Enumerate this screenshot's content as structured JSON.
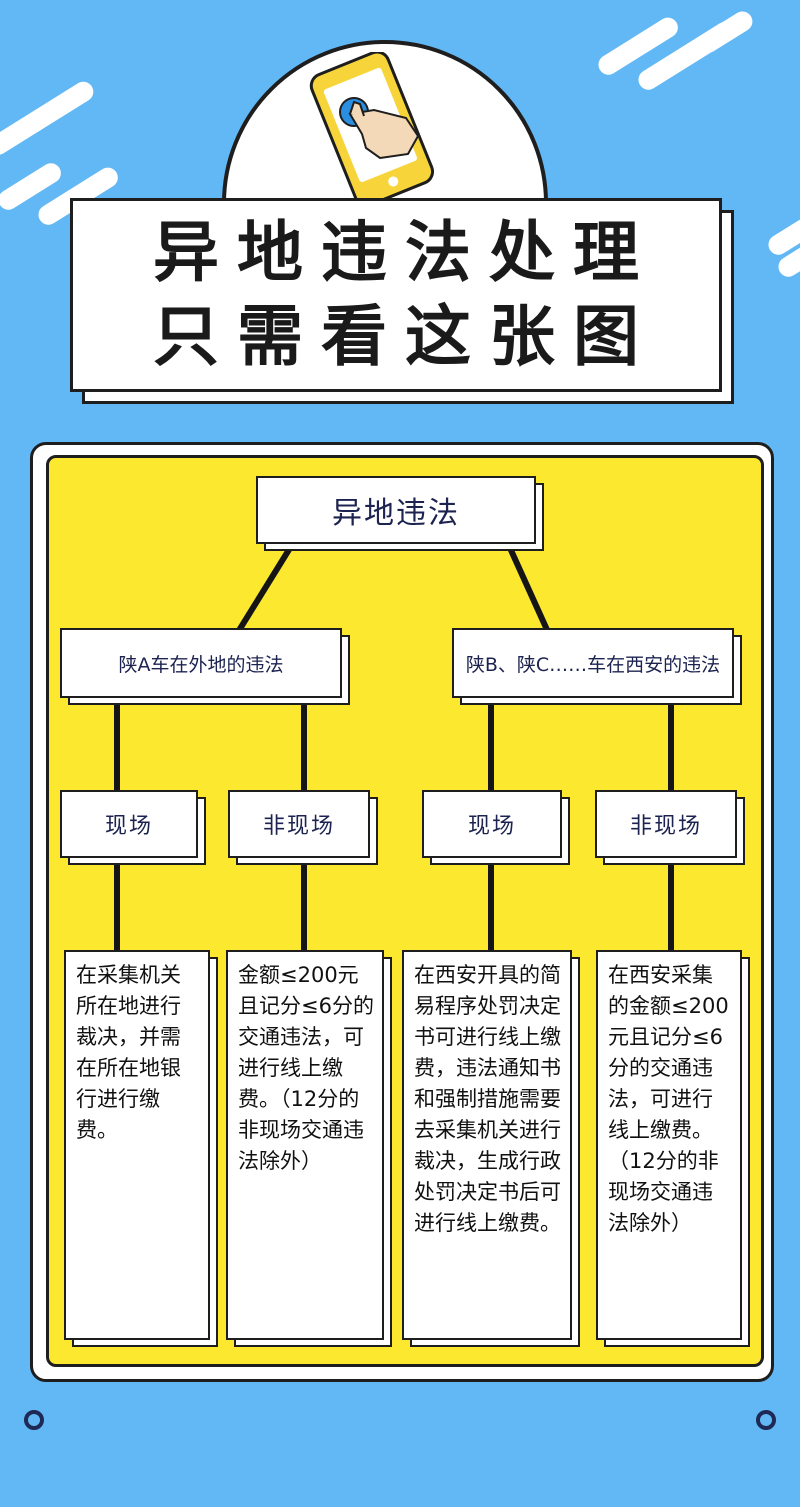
{
  "title": {
    "line1": "异地违法处理",
    "line2": "只需看这张图"
  },
  "hero": {
    "icon": "phone-tap-icon",
    "phone_color": "#f7d53a"
  },
  "diagram": {
    "root": "异地违法",
    "branches": [
      {
        "label": "陕A车在外地的违法",
        "children": [
          {
            "label": "现场",
            "description": "在采集机关所在地进行裁决，并需在所在地银行进行缴费。"
          },
          {
            "label": "非现场",
            "description": "金额≤200元且记分≤6分的交通违法，可进行线上缴费。（12分的非现场交通违法除外）"
          }
        ]
      },
      {
        "label": "陕B、陕C……车在西安的违法",
        "children": [
          {
            "label": "现场",
            "description": "在西安开具的简易程序处罚决定书可进行线上缴费，违法通知书和强制措施需要去采集机关进行裁决，生成行政处罚决定书后可进行线上缴费。"
          },
          {
            "label": "非现场",
            "description": "在西安采集的金额≤200元且记分≤6分的交通违法，可进行线上缴费。（12分的非现场交通违法除外）"
          }
        ]
      }
    ]
  },
  "colors": {
    "background": "#62b8f5",
    "panel": "#fde830",
    "line": "#151515",
    "box_text": "#1c2350"
  }
}
